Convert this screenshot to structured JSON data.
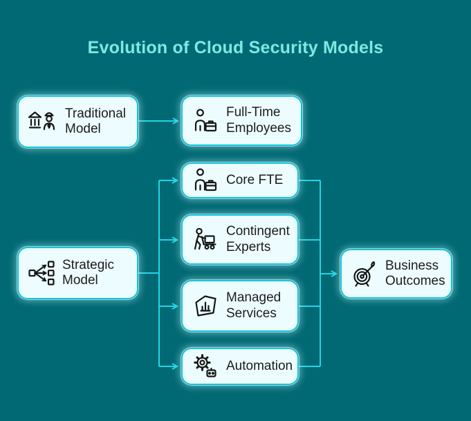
{
  "title": "Evolution of Cloud Security Models",
  "colors": {
    "background": "#006973",
    "node_fill": "#edfdff",
    "node_border": "#0cc6dc",
    "connector": "#22d6e8",
    "title_text": "#7de9e2",
    "node_text": "#1b1b1b",
    "icon_stroke": "#151515"
  },
  "nodes": {
    "traditional": {
      "label": "Traditional Model",
      "icon": "bank-guard-icon"
    },
    "full_time": {
      "label": "Full-Time Employees",
      "icon": "person-briefcase-icon"
    },
    "strategic": {
      "label": "Strategic Model",
      "icon": "distribution-network-icon"
    },
    "core_fte": {
      "label": "Core FTE",
      "icon": "person-briefcase-icon"
    },
    "contingent": {
      "label": "Contingent Experts",
      "icon": "worker-cart-icon"
    },
    "managed": {
      "label": "Managed Services",
      "icon": "service-chart-icon"
    },
    "automation": {
      "label": "Automation",
      "icon": "gear-robot-icon"
    },
    "outcomes": {
      "label": "Business Outcomes",
      "icon": "target-dart-icon"
    }
  },
  "edges": [
    {
      "from": "Traditional Model",
      "to": "Full-Time Employees"
    },
    {
      "from": "Strategic Model",
      "to": "Core FTE"
    },
    {
      "from": "Strategic Model",
      "to": "Contingent Experts"
    },
    {
      "from": "Strategic Model",
      "to": "Managed Services"
    },
    {
      "from": "Strategic Model",
      "to": "Automation"
    },
    {
      "from": "Core FTE",
      "to": "Business Outcomes"
    },
    {
      "from": "Contingent Experts",
      "to": "Business Outcomes"
    },
    {
      "from": "Managed Services",
      "to": "Business Outcomes"
    },
    {
      "from": "Automation",
      "to": "Business Outcomes"
    }
  ]
}
